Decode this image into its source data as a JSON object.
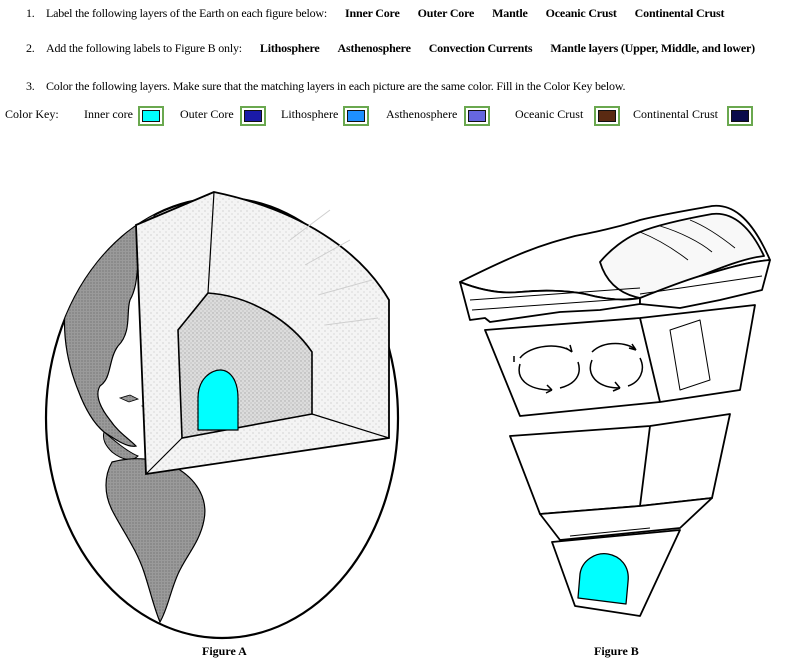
{
  "instructions": [
    {
      "num": "1.",
      "text": "Label the following layers of the Earth on each figure below:",
      "terms": [
        "Inner Core",
        "Outer Core",
        "Mantle",
        "Oceanic Crust",
        "Continental Crust"
      ]
    },
    {
      "num": "2.",
      "text": "Add the following labels to Figure B only:",
      "terms": [
        "Lithosphere",
        "Asthenosphere",
        "Convection Currents",
        "Mantle layers (Upper, Middle, and lower)"
      ]
    },
    {
      "num": "3.",
      "text": "Color the following layers. Make sure that the matching layers in each picture are the same color. Fill in the Color Key below."
    }
  ],
  "color_key": {
    "label": "Color Key:",
    "items": [
      {
        "label": "Inner core",
        "color": "#00ffff"
      },
      {
        "label": "Outer Core",
        "color": "#1a1aa8"
      },
      {
        "label": "Lithosphere",
        "color": "#1e90ff"
      },
      {
        "label": "Asthenosphere",
        "color": "#6666e0"
      },
      {
        "label": "Oceanic Crust",
        "color": "#5a2a12"
      },
      {
        "label": "Continental Crust",
        "color": "#0a0a4a"
      }
    ]
  },
  "figures": {
    "a_caption": "Figure A",
    "b_caption": "Figure B",
    "inner_core_fill": "#00ffff"
  }
}
